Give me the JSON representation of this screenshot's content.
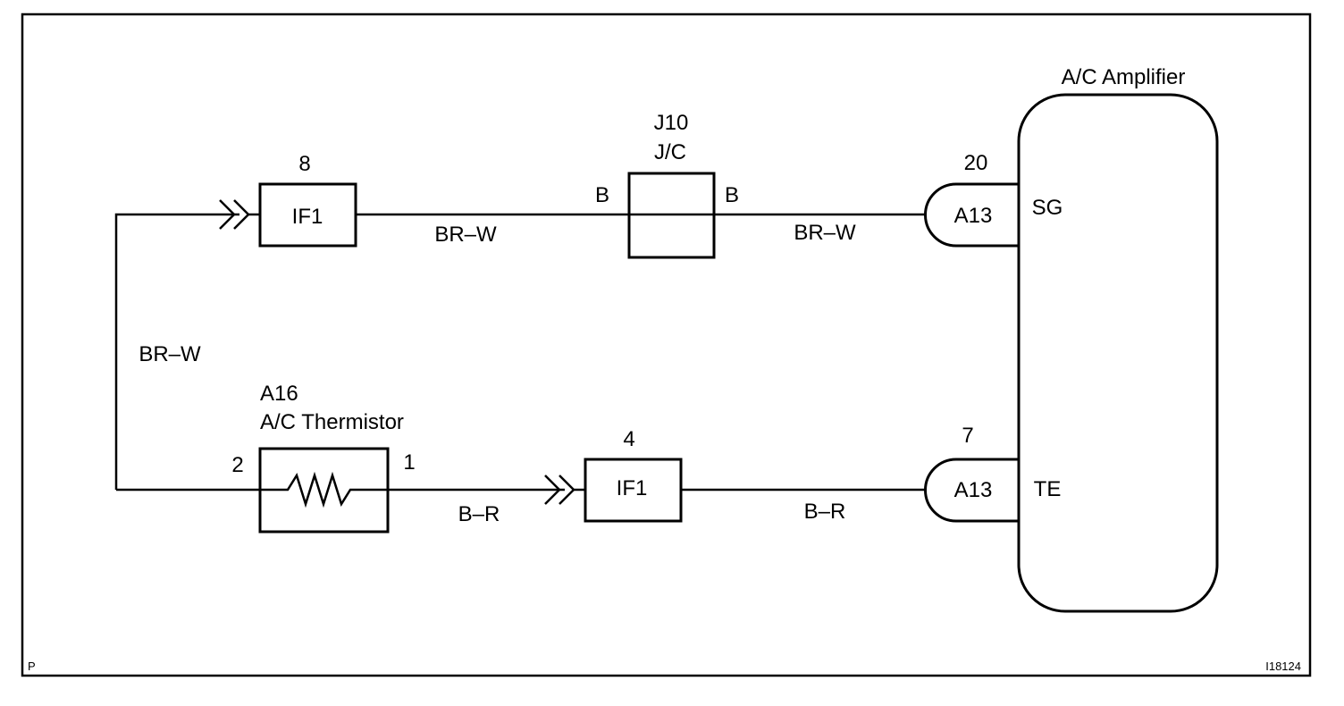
{
  "diagram": {
    "figure_id": "I18124",
    "corner_mark": "P",
    "amplifier": {
      "name": "A/C Amplifier",
      "terminals": [
        "SG",
        "TE"
      ]
    },
    "thermistor": {
      "code": "A16",
      "name": "A/C Thermistor",
      "pin_left": "2",
      "pin_right": "1"
    },
    "junction": {
      "code": "J10",
      "name": "J/C",
      "pin_left": "B",
      "pin_right": "B"
    },
    "connectors": {
      "if1_top": {
        "label": "IF1",
        "pin": "8"
      },
      "if1_bottom": {
        "label": "IF1",
        "pin": "4"
      },
      "a13_top": {
        "label": "A13",
        "pin": "20"
      },
      "a13_bottom": {
        "label": "A13",
        "pin": "7"
      }
    },
    "wires": {
      "top_left": "BR–W",
      "top_right": "BR–W",
      "left_vertical": "BR–W",
      "bottom_left": "B–R",
      "bottom_right": "B–R"
    }
  }
}
